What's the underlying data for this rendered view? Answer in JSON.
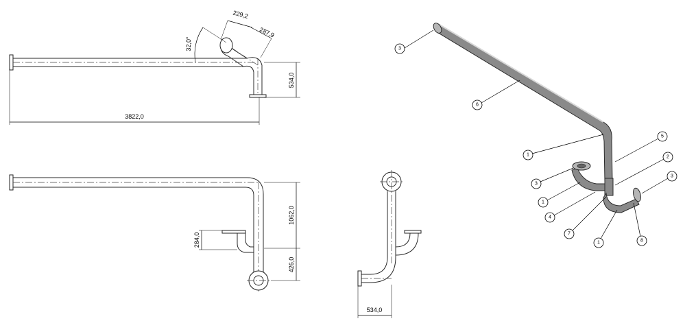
{
  "dimensions": {
    "top_view_length": "3822,0",
    "top_view_angle": "32,0°",
    "top_view_seg1": "229,2",
    "top_view_seg2": "287,9",
    "top_view_height": "534,0",
    "front_view_height": "1062,0",
    "front_view_upper": "284,0",
    "front_view_lower": "426,0",
    "side_view_width": "534,0"
  },
  "balloons": {
    "b3_top": "3",
    "b6": "6",
    "b1_upper": "1",
    "b5": "5",
    "b3_left": "3",
    "b2": "2",
    "b3_right": "3",
    "b1_mid": "1",
    "b4": "4",
    "b7": "7",
    "b1_lower": "1",
    "b8": "8"
  }
}
